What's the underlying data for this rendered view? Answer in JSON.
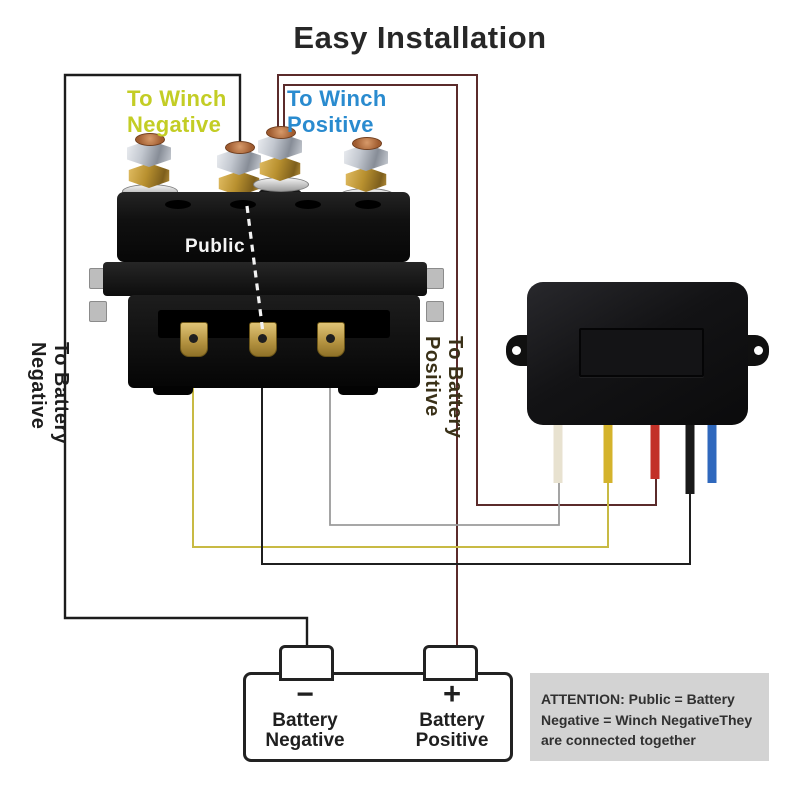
{
  "title": "Easy Installation",
  "labels": {
    "winch_negative": {
      "line1": "To Winch",
      "line2": "Negative",
      "color": "#c3cd25"
    },
    "winch_positive": {
      "line1": "To Winch",
      "line2": "Positive",
      "color": "#2a8bcf"
    },
    "battery_negative_side": "To Battery Negative",
    "battery_positive_side": "To Battery Positive"
  },
  "solenoid": {
    "public_label": "Public"
  },
  "battery": {
    "negative_symbol": "−",
    "positive_symbol": "+",
    "negative_line1": "Battery",
    "negative_line2": "Negative",
    "positive_line1": "Battery",
    "positive_line2": "Positive"
  },
  "attention": {
    "line1": "ATTENTION: Public = Battery",
    "line2": "Negative = Winch NegativeThey",
    "line3": "are connected together"
  },
  "wires": {
    "receiver_white": "#e8e2d0",
    "receiver_yellow": "#d4b32c",
    "receiver_red": "#c23128",
    "receiver_black": "#1a1a1a",
    "receiver_blue": "#2f68bd",
    "thin_yellow": "#c8ba44",
    "thin_gray": "#9b9b9b",
    "thin_maroon": "#5b2b2b",
    "thin_black": "#1f1f1f"
  }
}
